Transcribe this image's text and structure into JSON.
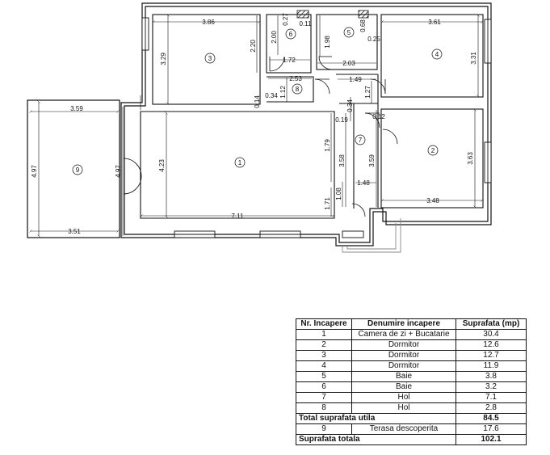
{
  "rooms": {
    "r1": "1",
    "r2": "2",
    "r3": "3",
    "r4": "4",
    "r5": "5",
    "r6": "6",
    "r7": "7",
    "r8": "8",
    "r9": "9"
  },
  "dims": {
    "d386": "3.86",
    "d361": "3.61",
    "d329": "3.29",
    "d220": "2.20",
    "d200": "2.00",
    "d198": "1.98",
    "d027": "0.27",
    "d011": "0.11",
    "d068": "0.68",
    "d025": "0.25",
    "d331": "3.31",
    "d172": "1.72",
    "d203": "2.03",
    "d253": "2.53",
    "d112": "1.12",
    "d149": "1.49",
    "d127": "1.27",
    "d014": "0.14",
    "d034a": "0.34",
    "d034b": "0.34",
    "d019": "0.19",
    "d012": "0.12",
    "d359a": "3.59",
    "d497a": "4.97",
    "d497b": "4.97",
    "d423": "4.23",
    "d179": "1.79",
    "d358": "3.58",
    "d359b": "3.59",
    "d363": "3.63",
    "d148": "1.48",
    "d108": "1.08",
    "d171": "1.71",
    "d348": "3.48",
    "d711": "7.11",
    "d351": "3.51"
  },
  "table": {
    "headers": [
      "Nr. Incapere",
      "Denumire incapere",
      "Suprafata (mp)"
    ],
    "rows": [
      {
        "nr": "1",
        "name": "Camera de zi + Bucatarie",
        "area": "30.4"
      },
      {
        "nr": "2",
        "name": "Dormitor",
        "area": "12.6"
      },
      {
        "nr": "3",
        "name": "Dormitor",
        "area": "12.7"
      },
      {
        "nr": "4",
        "name": "Dormitor",
        "area": "11.9"
      },
      {
        "nr": "5",
        "name": "Baie",
        "area": "3.8"
      },
      {
        "nr": "6",
        "name": "Baie",
        "area": "3.2"
      },
      {
        "nr": "7",
        "name": "Hol",
        "area": "7.1"
      },
      {
        "nr": "8",
        "name": "Hol",
        "area": "2.8"
      }
    ],
    "total_util_label": "Total suprafata utila",
    "total_util_value": "84.5",
    "terrace": {
      "nr": "9",
      "name": "Terasa descoperita",
      "area": "17.6"
    },
    "total_label": "Suprafata totala",
    "total_value": "102.1"
  }
}
